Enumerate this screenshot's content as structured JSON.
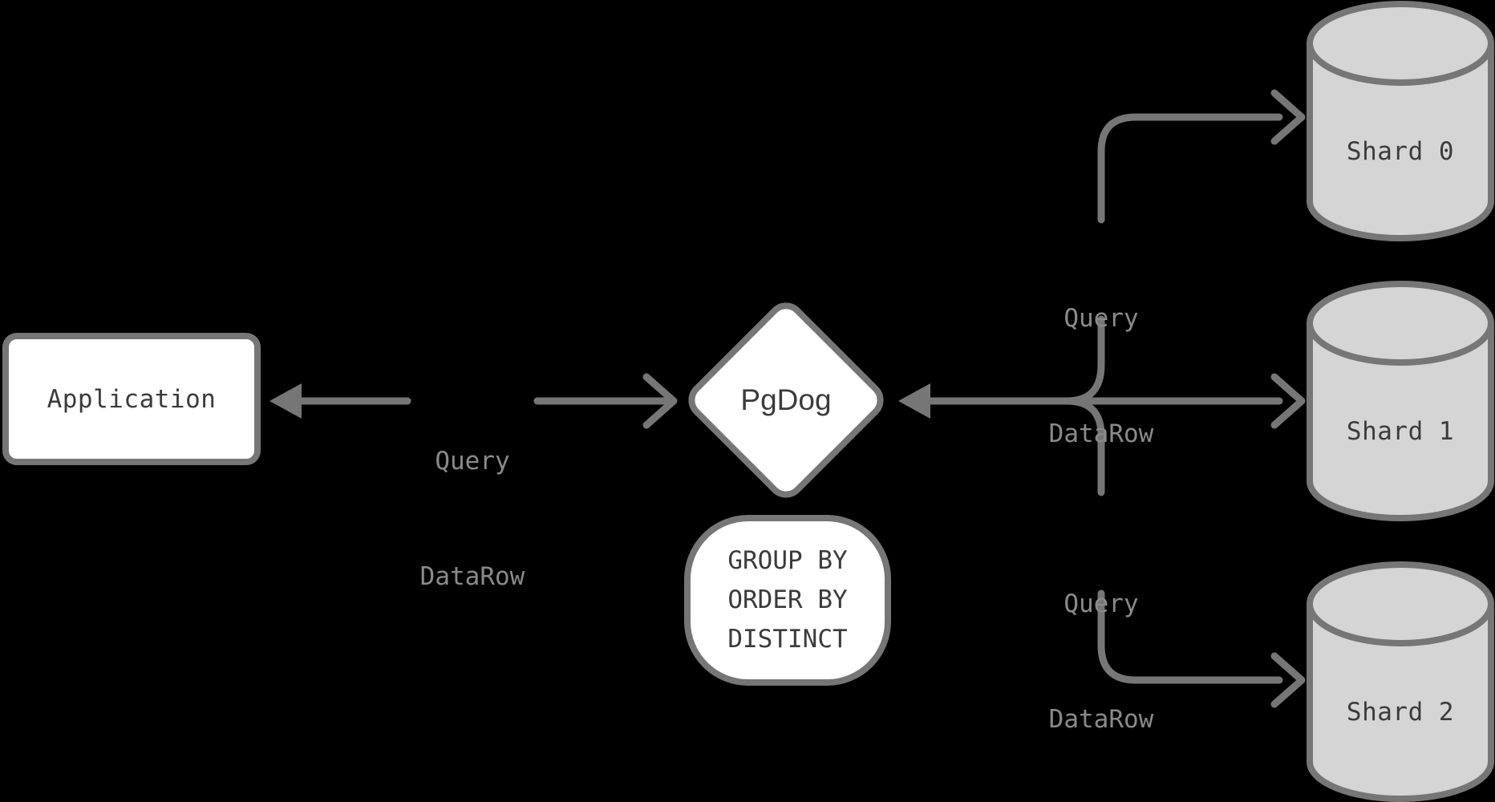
{
  "colors": {
    "background": "#000000",
    "stroke": "#767676",
    "edge_label_text": "#8a8a8a",
    "node_text": "#3b3b3b",
    "node_fill": "#ffffff",
    "cylinder_fill": "#d5d5d5"
  },
  "nodes": {
    "application": {
      "label": "Application"
    },
    "pgdog": {
      "label": "PgDog"
    },
    "pushdown_ops": {
      "line1": "GROUP BY",
      "line2": "ORDER BY",
      "line3": "DISTINCT"
    },
    "shard0": {
      "label": "Shard 0"
    },
    "shard1": {
      "label": "Shard 1"
    },
    "shard2": {
      "label": "Shard 2"
    }
  },
  "edge_labels": {
    "app_pgdog": {
      "line1": "Query",
      "line2": "DataRow"
    },
    "pgdog_shard0": {
      "line1": "Query",
      "line2": "DataRow"
    },
    "pgdog_shard2": {
      "line1": "Query",
      "line2": "DataRow"
    }
  }
}
